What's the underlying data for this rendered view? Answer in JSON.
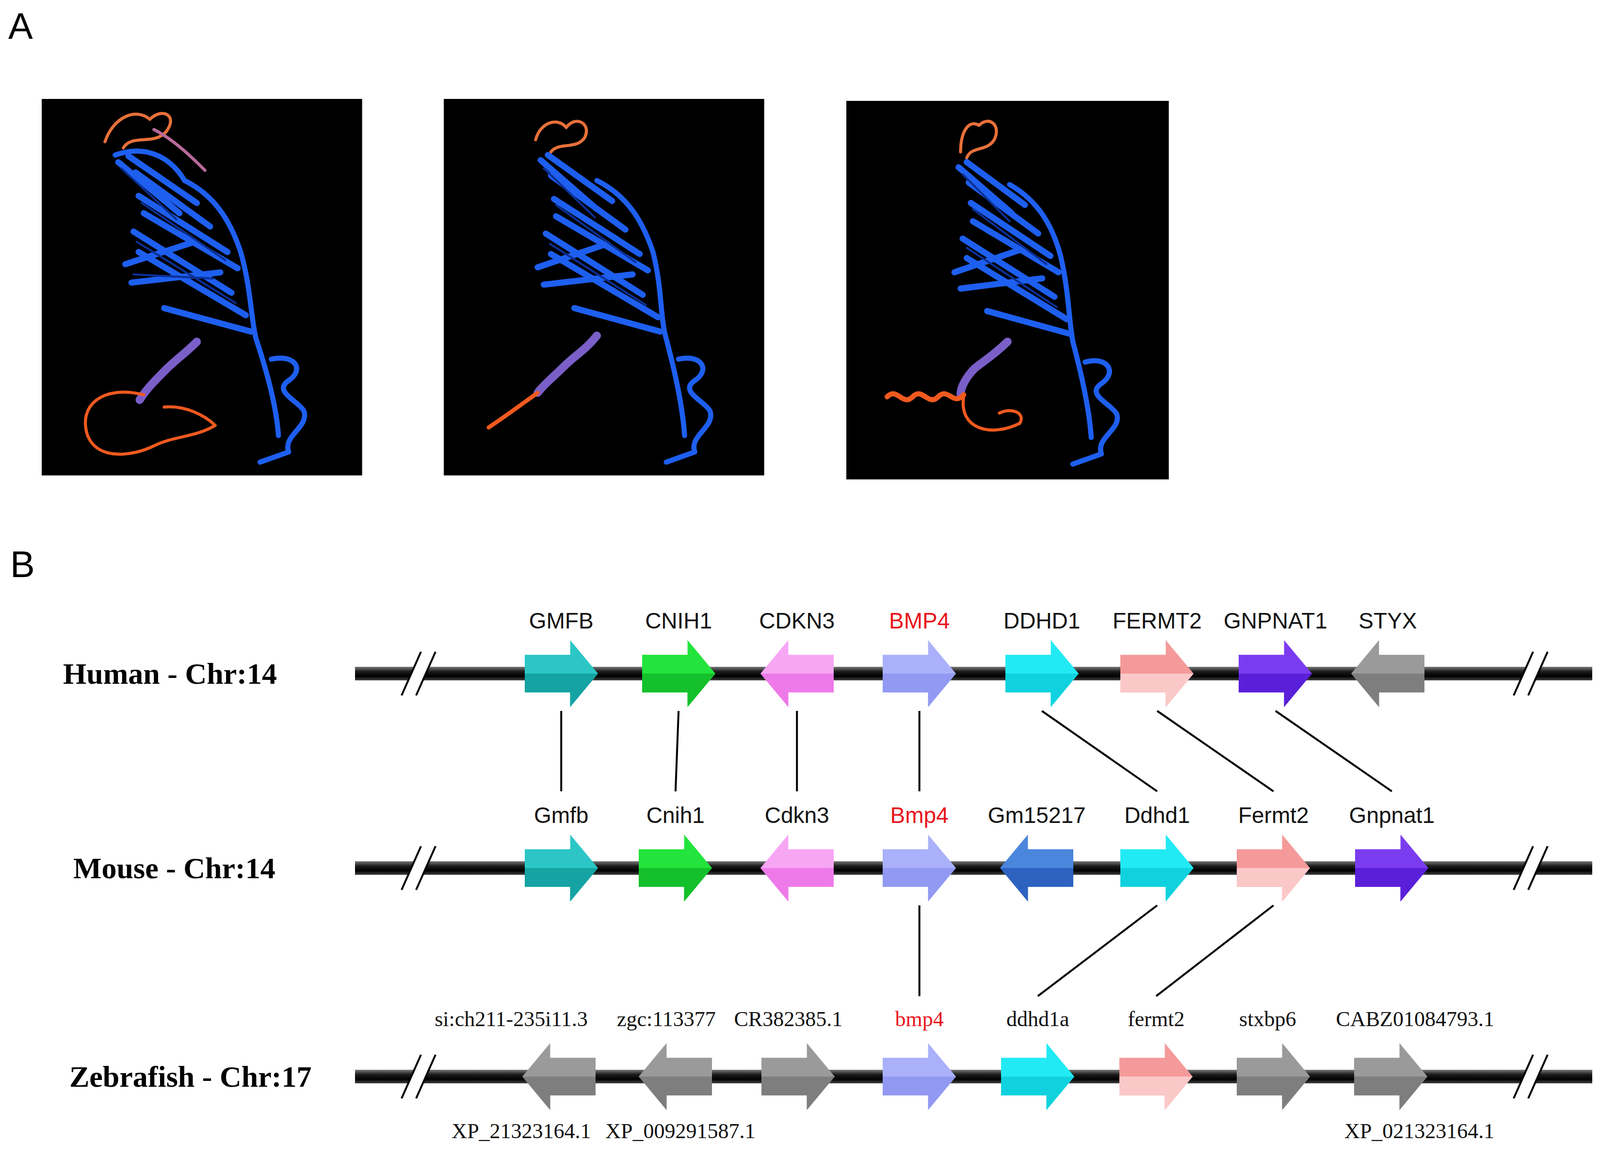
{
  "diagram": {
    "nodes": [
      {
        "text": [
          "GMFB"
        ]
      },
      {
        "text": [
          "CNIH1"
        ]
      },
      {
        "text": [
          "CDKN3"
        ]
      },
      {
        "text": [
          "BMP4"
        ]
      },
      {
        "text": [
          "DDHD1"
        ]
      },
      {
        "text": [
          "FERMT2"
        ]
      },
      {
        "text": [
          "GNPNAT1"
        ]
      },
      {
        "text": [
          "STYX"
        ]
      },
      {
        "text": [
          "Gmfb"
        ]
      },
      {
        "text": [
          "Cnih1"
        ]
      },
      {
        "text": [
          "Cdkn3"
        ]
      },
      {
        "text": [
          "Bmp4"
        ]
      },
      {
        "text": [
          "Gm15217"
        ]
      },
      {
        "text": [
          "Ddhd1"
        ]
      },
      {
        "text": [
          "Fermt2"
        ]
      },
      {
        "text": [
          "Gnpnat1"
        ]
      },
      {
        "text": [
          "si:ch211-235i11.3",
          "XP_21323164.1"
        ]
      },
      {
        "text": [
          "zgc:113377",
          "XP_009291587.1"
        ]
      },
      {
        "text": [
          "CR382385.1"
        ]
      },
      {
        "text": [
          "bmp4"
        ]
      },
      {
        "text": [
          "ddhd1a"
        ]
      },
      {
        "text": [
          "fermt2"
        ]
      },
      {
        "text": [
          "stxbp6"
        ]
      },
      {
        "text": [
          "CABZ01084793.1",
          "XP_021323164.1"
        ]
      }
    ],
    "edges": [
      {
        "from": 0,
        "to": 8,
        "arrow": "none"
      },
      {
        "from": 1,
        "to": 9,
        "arrow": "none"
      },
      {
        "from": 2,
        "to": 10,
        "arrow": "none"
      },
      {
        "from": 3,
        "to": 11,
        "arrow": "none"
      },
      {
        "from": 4,
        "to": 13,
        "arrow": "none"
      },
      {
        "from": 5,
        "to": 14,
        "arrow": "none"
      },
      {
        "from": 6,
        "to": 15,
        "arrow": "none"
      },
      {
        "from": 11,
        "to": 19,
        "arrow": "none"
      },
      {
        "from": 13,
        "to": 20,
        "arrow": "none"
      },
      {
        "from": 14,
        "to": 21,
        "arrow": "none"
      }
    ],
    "labels": [
      "A",
      "B",
      "Human - Chr:14",
      "Mouse - Chr:14",
      "Zebrafish - Chr:17"
    ]
  }
}
